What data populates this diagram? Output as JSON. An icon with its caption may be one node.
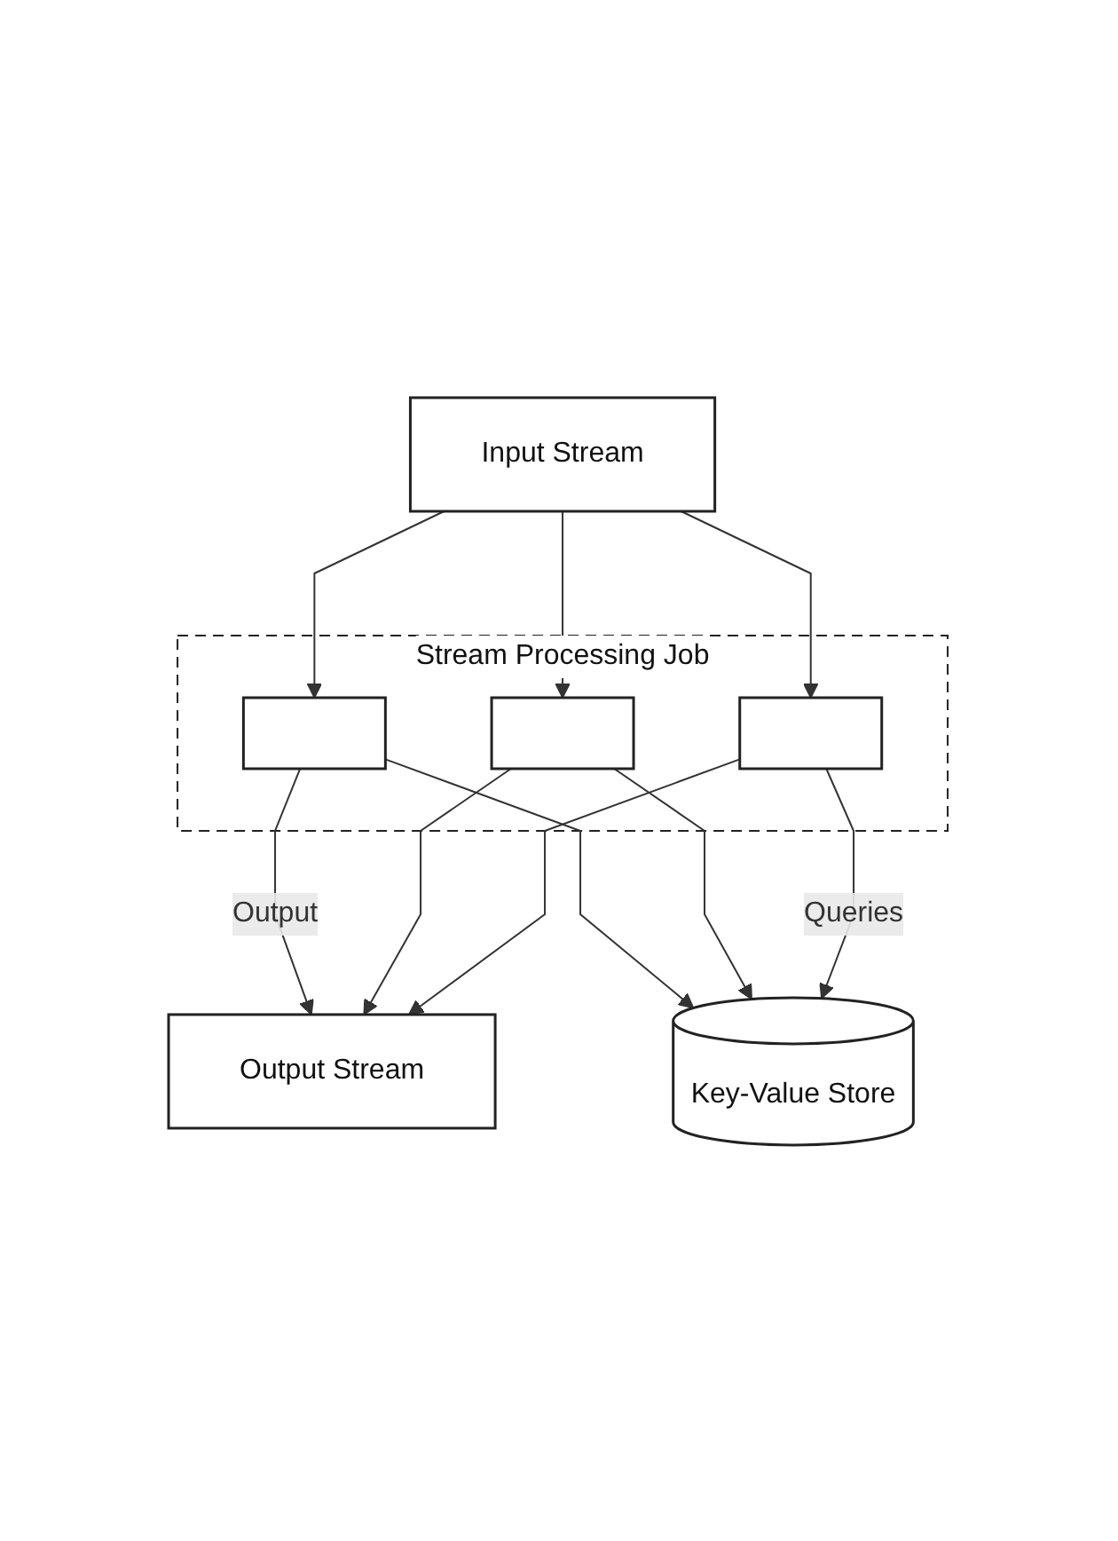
{
  "diagram": {
    "nodes": [
      {
        "text": [
          "Input Stream"
        ]
      },
      {
        "text": [
          "Stream Processing Job"
        ]
      },
      {
        "text": [],
        "shape": "box",
        "in": 1
      },
      {
        "text": [],
        "shape": "box",
        "in": 1
      },
      {
        "text": [],
        "shape": "box",
        "in": 1
      },
      {
        "text": [
          "Output Stream"
        ]
      },
      {
        "text": [
          "Key-Value Store"
        ]
      }
    ],
    "edges": [
      {
        "from": 0,
        "to": 2,
        "arrow": "to"
      },
      {
        "from": 0,
        "to": 3,
        "arrow": "to"
      },
      {
        "from": 0,
        "to": 4,
        "arrow": "to"
      },
      {
        "from": 2,
        "to": 5,
        "arrow": "to",
        "label": "Output"
      },
      {
        "from": 2,
        "to": 6,
        "arrow": "to"
      },
      {
        "from": 3,
        "to": 5,
        "arrow": "to"
      },
      {
        "from": 3,
        "to": 6,
        "arrow": "to"
      },
      {
        "from": 4,
        "to": 5,
        "arrow": "to"
      },
      {
        "from": 4,
        "to": 6,
        "arrow": "to",
        "label": "Queries"
      }
    ]
  }
}
